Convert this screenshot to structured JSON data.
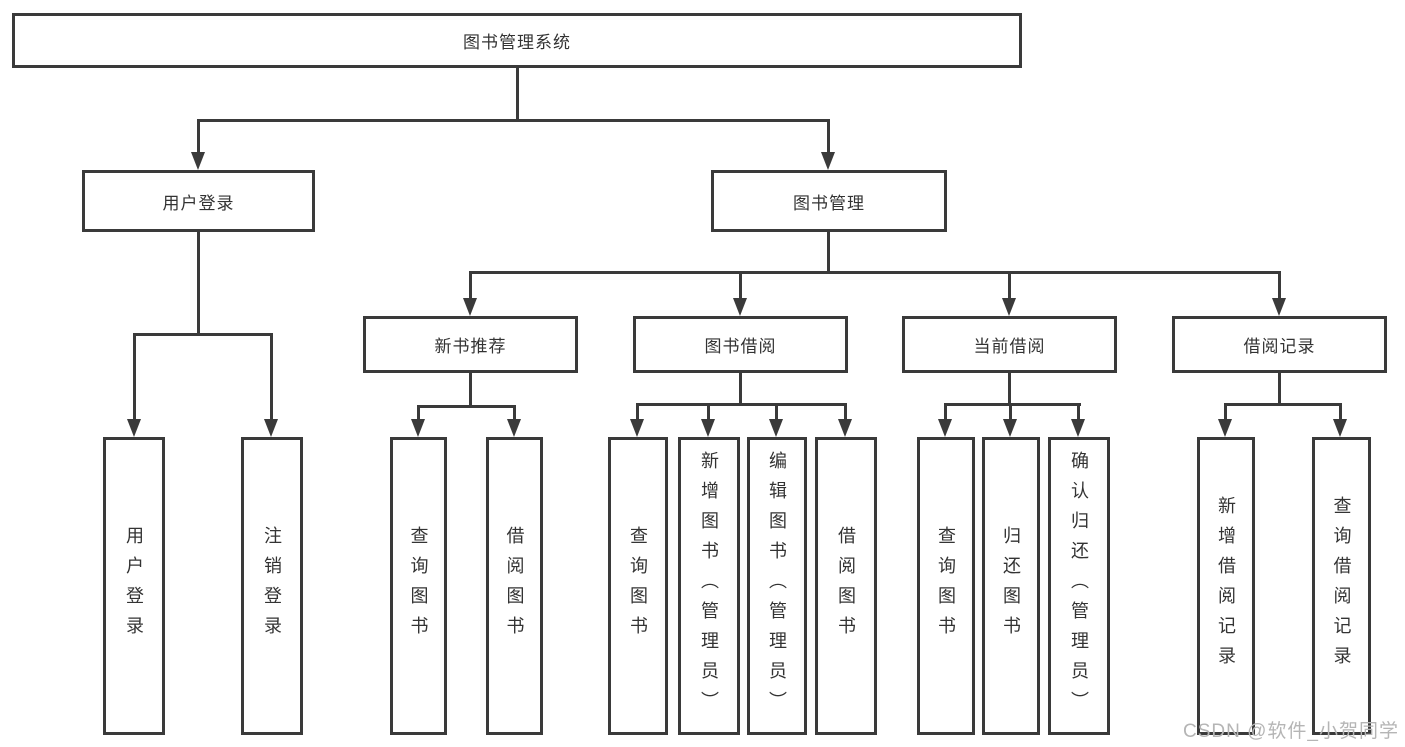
{
  "diagram": {
    "type": "hierarchy-tree",
    "root": {
      "label": "图书管理系统"
    },
    "level2": [
      {
        "label": "用户登录"
      },
      {
        "label": "图书管理"
      }
    ],
    "level3": [
      {
        "label": "新书推荐",
        "parent": "图书管理"
      },
      {
        "label": "图书借阅",
        "parent": "图书管理"
      },
      {
        "label": "当前借阅",
        "parent": "图书管理"
      },
      {
        "label": "借阅记录",
        "parent": "图书管理"
      }
    ],
    "leaves": [
      {
        "label": "用户登录",
        "parent": "用户登录"
      },
      {
        "label": "注销登录",
        "parent": "用户登录"
      },
      {
        "label": "查询图书",
        "parent": "新书推荐"
      },
      {
        "label": "借阅图书",
        "parent": "新书推荐"
      },
      {
        "label": "查询图书",
        "parent": "图书借阅"
      },
      {
        "label": "新增图书（管理员）",
        "parent": "图书借阅"
      },
      {
        "label": "编辑图书（管理员）",
        "parent": "图书借阅"
      },
      {
        "label": "借阅图书",
        "parent": "图书借阅"
      },
      {
        "label": "查询图书",
        "parent": "当前借阅"
      },
      {
        "label": "归还图书",
        "parent": "当前借阅"
      },
      {
        "label": "确认归还（管理员）",
        "parent": "当前借阅"
      },
      {
        "label": "新增借阅记录",
        "parent": "借阅记录"
      },
      {
        "label": "查询借阅记录",
        "parent": "借阅记录"
      }
    ],
    "watermark": "CSDN @软件_小贺同学",
    "colors": {
      "line": "#3a3a3a",
      "text": "#333333",
      "box_background": "#ffffff",
      "watermark": "#b5b5b5"
    }
  }
}
